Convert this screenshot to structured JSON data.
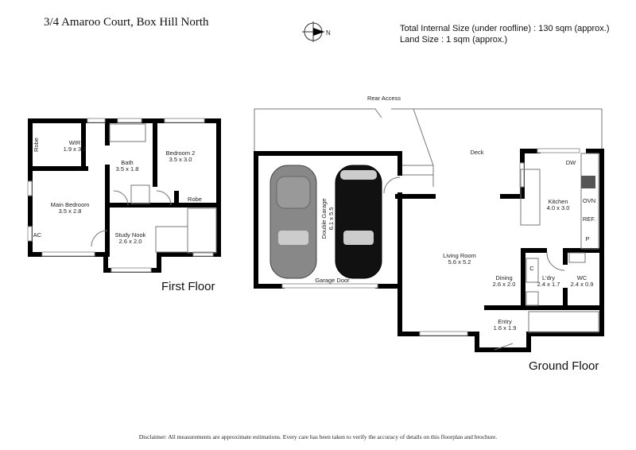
{
  "header": {
    "title": "3/4 Amaroo Court, Box Hill North",
    "compass_label": "N",
    "internal_size": "Total Internal Size (under roofline) :  130 sqm (approx.)",
    "land_size": "Land Size :  1 sqm (approx.)"
  },
  "first_floor": {
    "label": "First Floor",
    "rooms": [
      {
        "name": "WIR",
        "size": "1.9 x 3.2"
      },
      {
        "name": "Bath",
        "size": "3.5 x 1.8"
      },
      {
        "name": "Bedroom 2",
        "size": "3.5 x 3.0"
      },
      {
        "name": "Main Bedroom",
        "size": "3.5 x 2.8"
      },
      {
        "name": "Study Nook",
        "size": "2.6 x 2.0"
      }
    ],
    "fixtures": {
      "robe1": "Robe",
      "robe2": "Robe",
      "ac": "AC"
    }
  },
  "ground_floor": {
    "label": "Ground Floor",
    "rooms": [
      {
        "name": "Double Garage",
        "size": "6.1 x 5.5"
      },
      {
        "name": "Kitchen",
        "size": "4.0 x 3.0"
      },
      {
        "name": "Living Room",
        "size": "5.6 x 5.2"
      },
      {
        "name": "Dining",
        "size": "2.6 x 2.0"
      },
      {
        "name": "L'dry",
        "size": "2.4 x 1.7"
      },
      {
        "name": "WC",
        "size": "2.4 x 0.9"
      },
      {
        "name": "Entry",
        "size": "1.6 x 1.9"
      }
    ],
    "labels": {
      "rear_access": "Rear Access",
      "deck": "Deck",
      "garage_door": "Garage Door",
      "dw": "DW",
      "ovn": "OVN",
      "ref": "REF.",
      "p": "P",
      "c": "C"
    }
  },
  "disclaimer": "Disclaimer: All measurements are approximate estimations. Every care has been taken to verify the accuracy of details on this floorplan and brochure."
}
